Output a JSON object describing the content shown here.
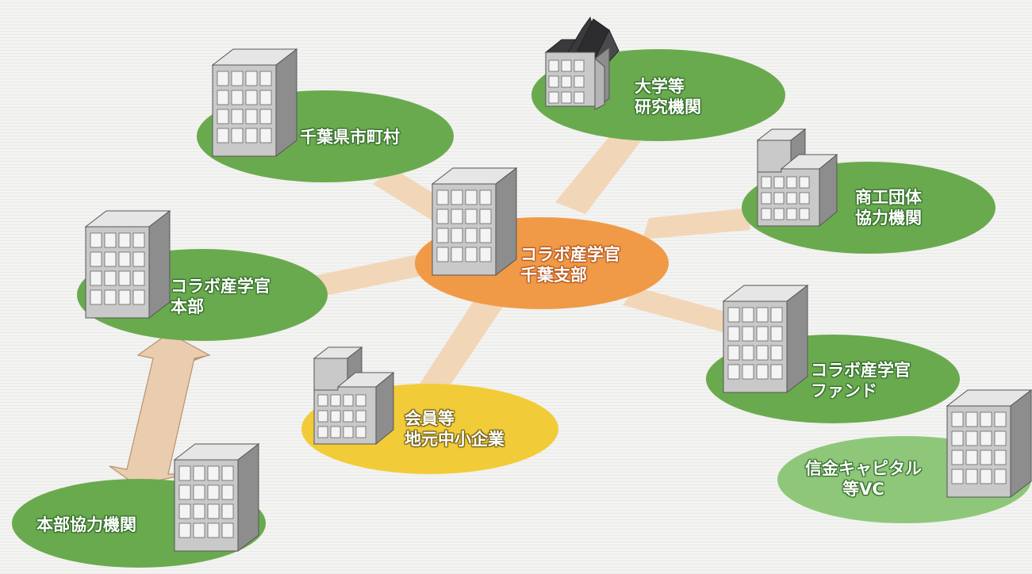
{
  "nodes": {
    "center": {
      "line1": "コラボ産学官",
      "line2": "千葉支部"
    },
    "municipalities": {
      "line1": "千葉県市町村"
    },
    "universities": {
      "line1": "大学等",
      "line2": "研究機関"
    },
    "commerce": {
      "line1": "商工団体",
      "line2": "協力機関"
    },
    "headquarters": {
      "line1": "コラボ産学官",
      "line2": "本部"
    },
    "fund": {
      "line1": "コラボ産学官",
      "line2": "ファンド"
    },
    "members": {
      "line1": "会員等",
      "line2": "地元中小企業"
    },
    "hq_partners": {
      "line1": "本部協力機関"
    },
    "vc": {
      "line1": "信金キャピタル",
      "line2": "等VC"
    }
  },
  "colors": {
    "green": "#6aaa4e",
    "light_green": "#8fc77a",
    "orange": "#f09a48",
    "yellow": "#f2cc38",
    "connector": "#f2d6b8",
    "building_front": "#c9c9c9",
    "building_side": "#8d8d8d",
    "building_top": "#e6e6e6",
    "roof": "#3a3a3c"
  }
}
